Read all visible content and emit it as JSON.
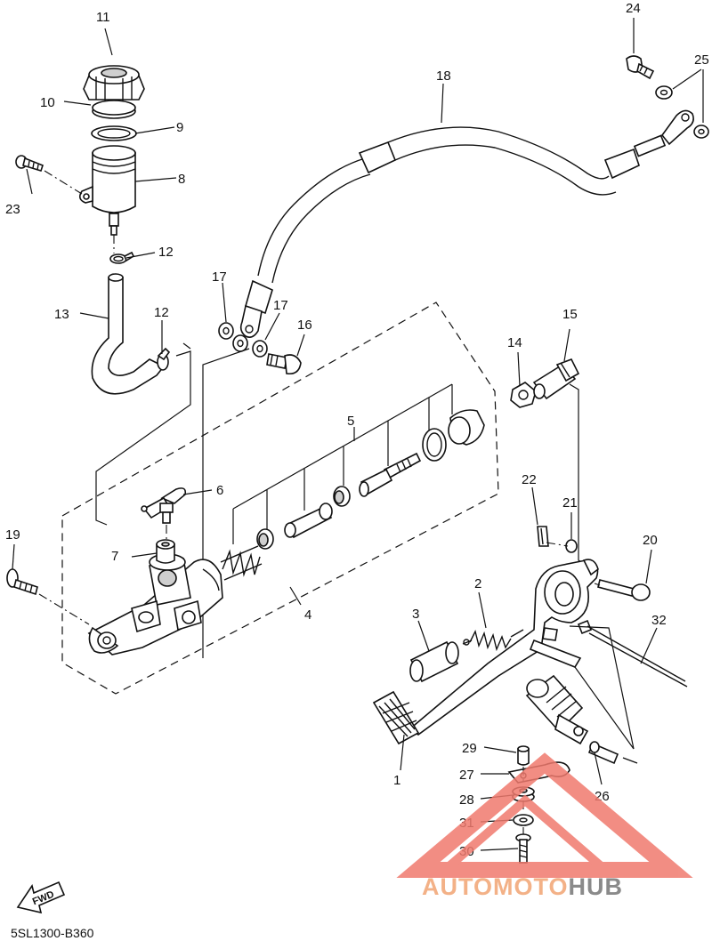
{
  "diagram_code": "5SL1300-B360",
  "fwd_label": "FWD",
  "watermark": {
    "part1": "AUTOMOTO",
    "part2": "HUB",
    "color_primary": "#f07a6e",
    "color_text": "#f3b187",
    "color_hub": "#8a8a8a"
  },
  "callouts": {
    "c1": "1",
    "c2": "2",
    "c3": "3",
    "c4": "4",
    "c5": "5",
    "c6": "6",
    "c7": "7",
    "c8": "8",
    "c9": "9",
    "c10": "10",
    "c11": "11",
    "c12a": "12",
    "c12b": "12",
    "c13": "13",
    "c14": "14",
    "c15": "15",
    "c16": "16",
    "c17a": "17",
    "c17b": "17",
    "c18": "18",
    "c19": "19",
    "c20": "20",
    "c21": "21",
    "c22": "22",
    "c23": "23",
    "c24": "24",
    "c25": "25",
    "c26": "26",
    "c27": "27",
    "c28": "28",
    "c29": "29",
    "c30": "30",
    "c31": "31",
    "c32": "32"
  }
}
